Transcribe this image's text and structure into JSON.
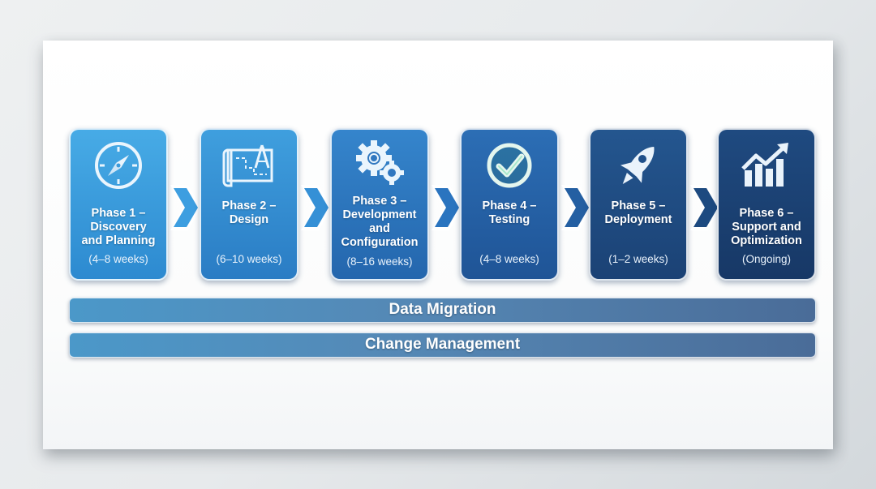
{
  "diagram": {
    "type": "process-flow",
    "phases": [
      {
        "title": "Phase 1 – Discovery and Planning",
        "duration": "(4–8 weeks)",
        "icon": "compass-icon",
        "color_top": "#47abe6",
        "color_bottom": "#2d8ad0"
      },
      {
        "title": "Phase 2 – Design",
        "duration": "(6–10 weeks)",
        "icon": "blueprint-icon",
        "color_top": "#3f9fde",
        "color_bottom": "#2a7cc4"
      },
      {
        "title": "Phase 3 – Development and Configuration",
        "duration": "(8–16 weeks)",
        "icon": "gears-icon",
        "color_top": "#3585cc",
        "color_bottom": "#2466ad"
      },
      {
        "title": "Phase 4 – Testing",
        "duration": "(4–8 weeks)",
        "icon": "check-circle-icon",
        "color_top": "#2c6eb5",
        "color_bottom": "#1f5496"
      },
      {
        "title": "Phase 5 – Deployment",
        "duration": "(1–2 weeks)",
        "icon": "rocket-icon",
        "color_top": "#24568f",
        "color_bottom": "#1b4275"
      },
      {
        "title": "Phase 6 – Support and Optimization",
        "duration": "(Ongoing)",
        "icon": "growth-chart-icon",
        "color_top": "#1f4a80",
        "color_bottom": "#173866"
      }
    ],
    "title_lines": [
      [
        "Phase 1 –",
        "Discovery",
        "and Planning"
      ],
      [
        "Phase 2 –",
        "Design"
      ],
      [
        "Phase 3 –",
        "Development",
        "and",
        "Configuration"
      ],
      [
        "Phase 4 –",
        "Testing"
      ],
      [
        "Phase 5 –",
        "Deployment"
      ],
      [
        "Phase 6 –",
        "Support and",
        "Optimization"
      ]
    ],
    "bands": [
      {
        "label": "Data Migration"
      },
      {
        "label": "Change Management"
      }
    ],
    "colors": {
      "background": "#e9ecee",
      "card": "#ffffff",
      "accent_light": "#47abe6",
      "accent_dark": "#173866",
      "check_accent": "#3ec98a"
    }
  }
}
